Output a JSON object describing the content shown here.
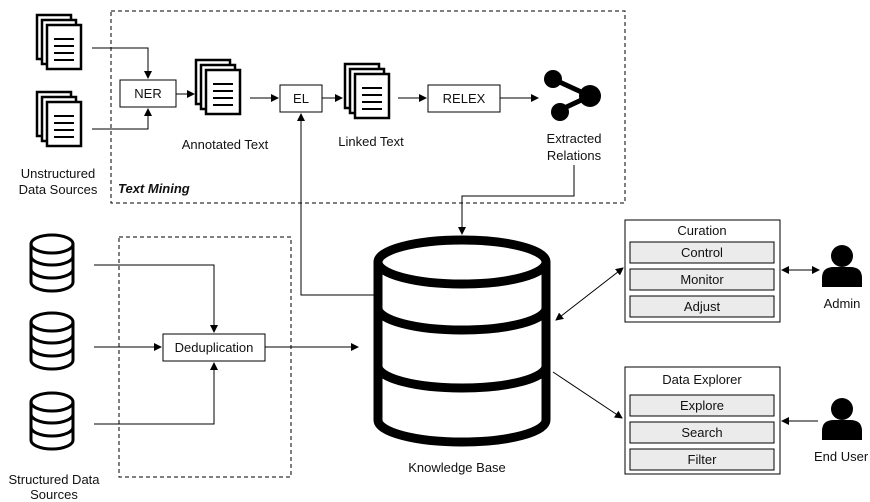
{
  "text_mining": {
    "title": "Text Mining",
    "ner": "NER",
    "el": "EL",
    "relex": "RELEX",
    "annotated_text": "Annotated Text",
    "linked_text": "Linked Text",
    "extracted_relations_line1": "Extracted",
    "extracted_relations_line2": "Relations"
  },
  "unstructured": {
    "line1": "Unstructured",
    "line2": "Data Sources"
  },
  "structured": {
    "line1": "Structured Data",
    "line2": "Sources",
    "deduplication": "Deduplication"
  },
  "knowledge_base": "Knowledge Base",
  "curation": {
    "title": "Curation",
    "items": [
      "Control",
      "Monitor",
      "Adjust"
    ],
    "actor": "Admin"
  },
  "data_explorer": {
    "title": "Data Explorer",
    "items": [
      "Explore",
      "Search",
      "Filter"
    ],
    "actor": "End User"
  },
  "colors": {
    "stroke": "#000000",
    "item_fill": "#ebebeb",
    "background": "#ffffff"
  }
}
